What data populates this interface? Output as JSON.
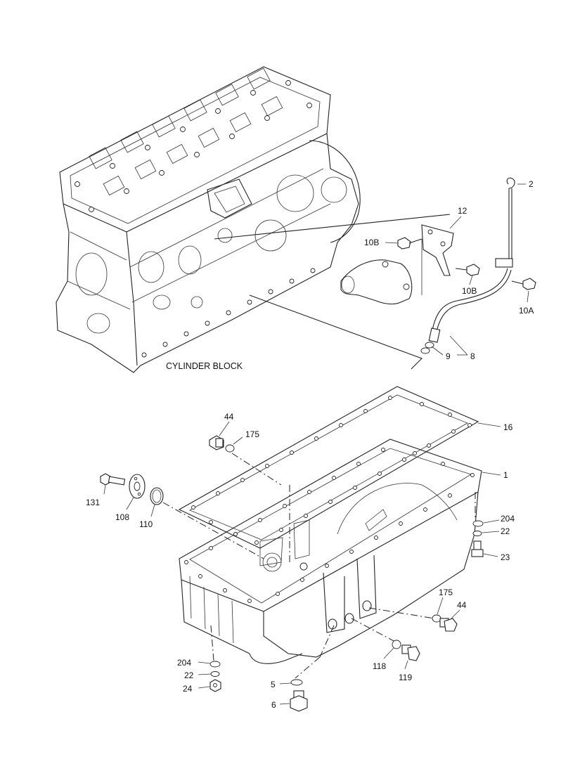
{
  "diagram": {
    "block_label": "CYLINDER BLOCK",
    "labels": {
      "p2": "2",
      "p12": "12",
      "p10b_left": "10B",
      "p10b_right": "10B",
      "p10a": "10A",
      "p9": "9",
      "p8": "8",
      "p44_top": "44",
      "p175_top": "175",
      "p16": "16",
      "p1": "1",
      "p131": "131",
      "p108": "108",
      "p110": "110",
      "p204_right": "204",
      "p22_right": "22",
      "p23": "23",
      "p175_right": "175",
      "p44_right": "44",
      "p118": "118",
      "p119": "119",
      "p204_left": "204",
      "p22_left": "22",
      "p24": "24",
      "p5": "5",
      "p6": "6"
    }
  }
}
